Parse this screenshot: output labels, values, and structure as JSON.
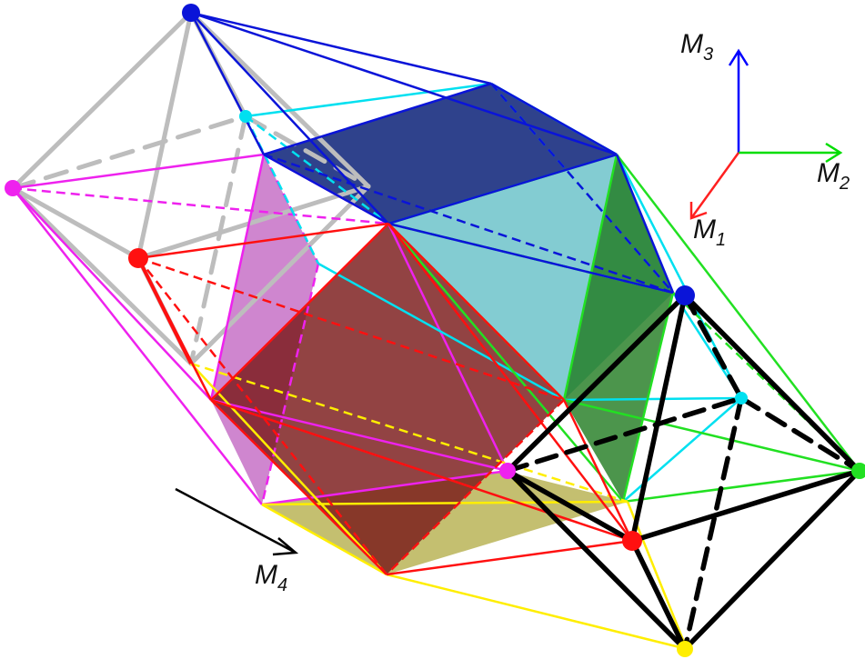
{
  "axes": {
    "m3": {
      "symbol": "M",
      "index": "3",
      "color": "#0000ff"
    },
    "m2": {
      "symbol": "M",
      "index": "2",
      "color": "#00dd00"
    },
    "m1": {
      "symbol": "M",
      "index": "1",
      "color": "#ff2020"
    },
    "m4": {
      "symbol": "M",
      "index": "4",
      "color": "#000000"
    }
  },
  "colors": {
    "blue": "#0a14d8",
    "cyan": "#00e0f0",
    "green": "#22e022",
    "magenta": "#ee22ee",
    "red": "#ff1010",
    "yellow": "#ffee00",
    "gray": "#bdbdbd",
    "black": "#000000",
    "face_blue": "#1a1f7a",
    "face_cyan": "#4fb6bf",
    "face_green": "#1f7a1f",
    "face_magenta": "#b545b5",
    "face_red": "#7a1a1a",
    "face_yellow": "#b0aa40"
  }
}
